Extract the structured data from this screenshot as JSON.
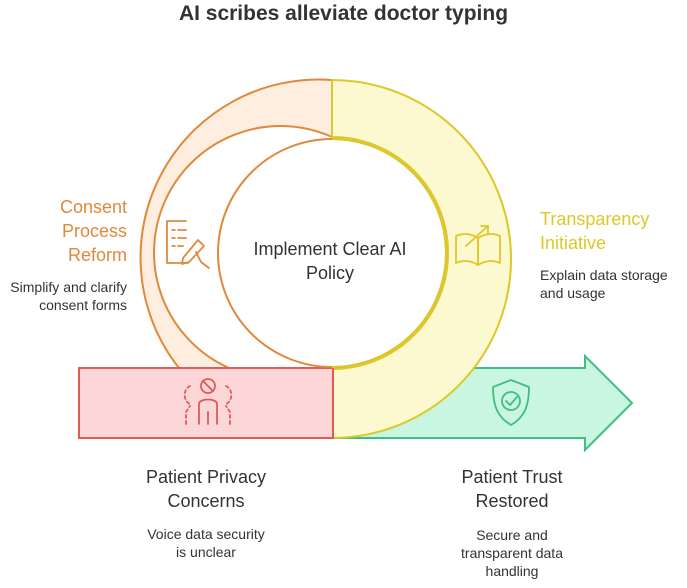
{
  "title": "AI scribes alleviate doctor typing",
  "center": {
    "label_line1": "Implement Clear AI",
    "label_line2": "Policy"
  },
  "consent": {
    "title_line1": "Consent",
    "title_line2": "Process",
    "title_line3": "Reform",
    "desc_line1": "Simplify and clarify",
    "desc_line2": "consent forms",
    "icon": "document-pen-icon",
    "color": "#e0893a",
    "fill": "#fdeee0"
  },
  "transparency": {
    "title_line1": "Transparency",
    "title_line2": "Initiative",
    "desc_line1": "Explain data storage",
    "desc_line2": "and usage",
    "icon": "open-book-arrow-icon",
    "color": "#dcc828",
    "fill": "#fcf8d0"
  },
  "privacy": {
    "title_line1": "Patient Privacy",
    "title_line2": "Concerns",
    "desc_line1": "Voice data security",
    "desc_line2": "is unclear",
    "icon": "restricted-person-icon",
    "color": "#e05a5a",
    "fill": "#fdd7d7"
  },
  "trust": {
    "title_line1": "Patient Trust",
    "title_line2": "Restored",
    "desc_line1": "Secure and",
    "desc_line2": "transparent data",
    "desc_line3": "handling",
    "icon": "shield-check-icon",
    "color": "#3fbf7f",
    "fill": "#c8f6e0"
  }
}
